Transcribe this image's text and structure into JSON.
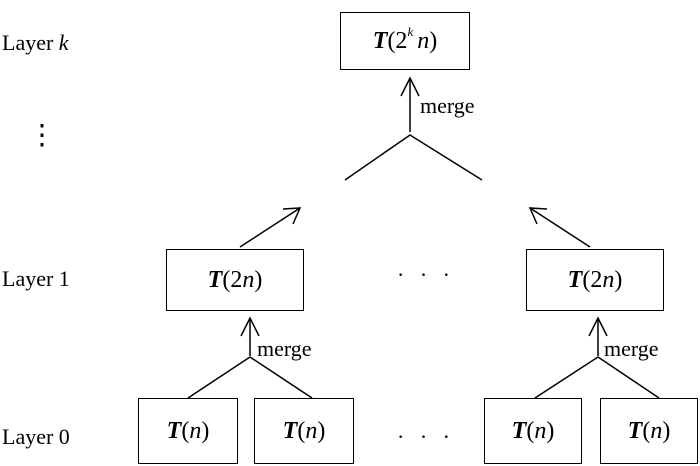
{
  "layers": {
    "top": {
      "prefix": "Layer ",
      "var": "k"
    },
    "one": "Layer 1",
    "zero": "Layer 0"
  },
  "nodes": {
    "top": {
      "t": "T",
      "open": "(2",
      "exp": "k",
      "var": "n",
      "close": ")"
    },
    "mid": {
      "t": "T",
      "open": "(2",
      "var": "n",
      "close": ")"
    },
    "leaf": {
      "t": "T",
      "open": "(",
      "var": "n",
      "close": ")"
    }
  },
  "merge_label": "merge",
  "ellipsis": "· · ·",
  "vdots": "⋮"
}
